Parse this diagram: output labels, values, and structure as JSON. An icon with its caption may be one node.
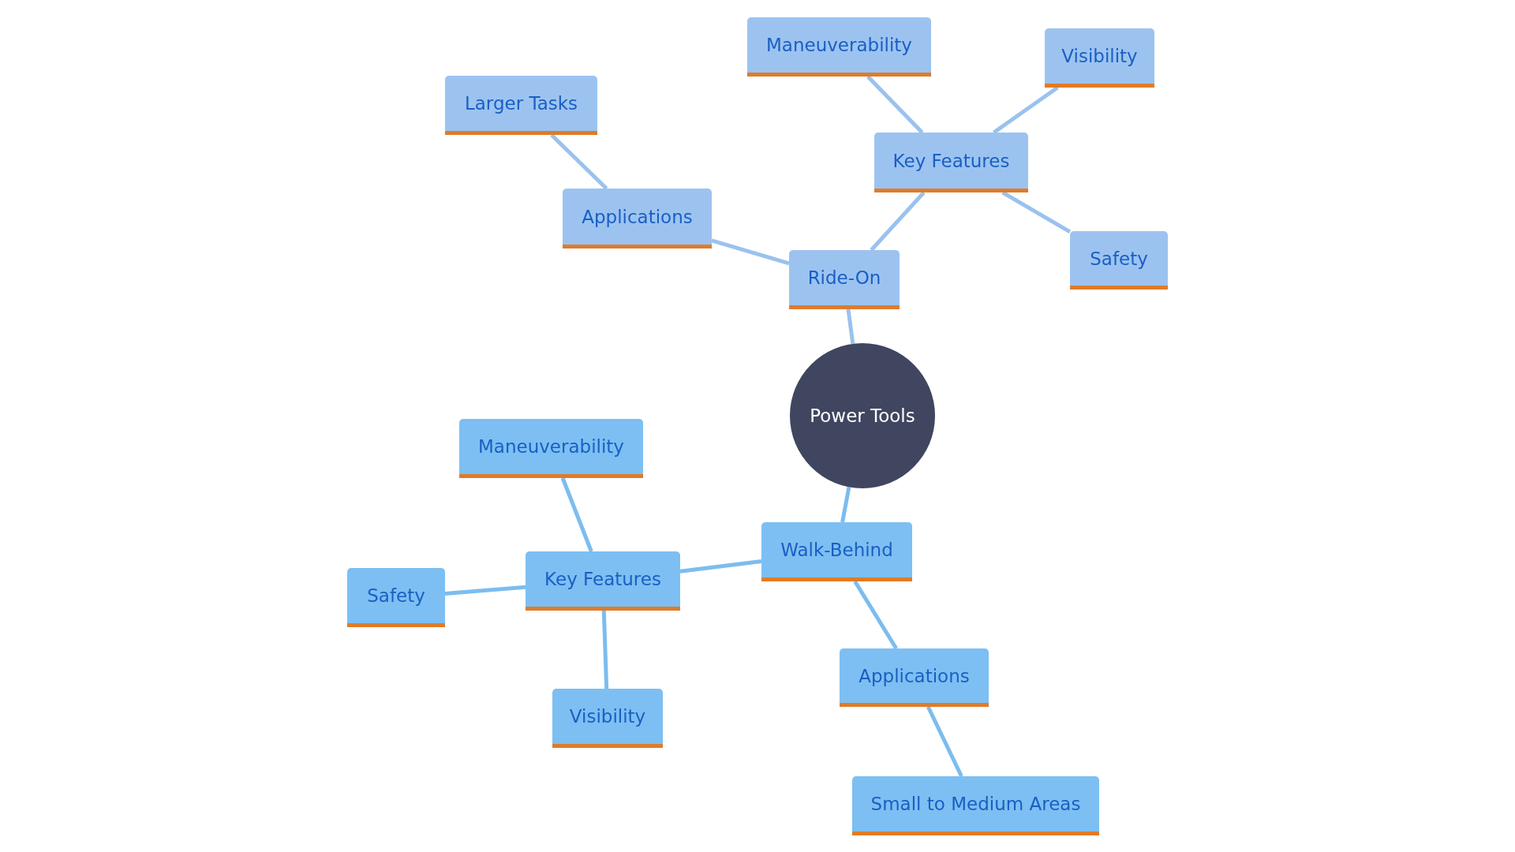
{
  "diagram": {
    "nodes": [
      {
        "text": [
          "Power Tools"
        ]
      },
      {
        "text": [
          "Ride-On"
        ]
      },
      {
        "text": [
          "Applications"
        ]
      },
      {
        "text": [
          "Larger Tasks"
        ]
      },
      {
        "text": [
          "Key Features"
        ]
      },
      {
        "text": [
          "Maneuverability"
        ]
      },
      {
        "text": [
          "Visibility"
        ]
      },
      {
        "text": [
          "Safety"
        ]
      },
      {
        "text": [
          "Walk-Behind"
        ]
      },
      {
        "text": [
          "Key Features"
        ]
      },
      {
        "text": [
          "Maneuverability"
        ]
      },
      {
        "text": [
          "Safety"
        ]
      },
      {
        "text": [
          "Visibility"
        ]
      },
      {
        "text": [
          "Applications"
        ]
      },
      {
        "text": [
          "Small to Medium Areas"
        ]
      }
    ],
    "edges": [
      {
        "from": 0,
        "to": 1,
        "arrow": "none",
        "color": "#9ac2ee"
      },
      {
        "from": 1,
        "to": 2,
        "arrow": "none",
        "color": "#9ac2ee"
      },
      {
        "from": 2,
        "to": 3,
        "arrow": "none",
        "color": "#9ac2ee"
      },
      {
        "from": 1,
        "to": 4,
        "arrow": "none",
        "color": "#9ac2ee"
      },
      {
        "from": 4,
        "to": 5,
        "arrow": "none",
        "color": "#9ac2ee"
      },
      {
        "from": 4,
        "to": 6,
        "arrow": "none",
        "color": "#9ac2ee"
      },
      {
        "from": 4,
        "to": 7,
        "arrow": "none",
        "color": "#9ac2ee"
      },
      {
        "from": 0,
        "to": 8,
        "arrow": "none"
      },
      {
        "from": 8,
        "to": 9,
        "arrow": "none"
      },
      {
        "from": 9,
        "to": 10,
        "arrow": "none"
      },
      {
        "from": 9,
        "to": 11,
        "arrow": "none"
      },
      {
        "from": 9,
        "to": 12,
        "arrow": "none"
      },
      {
        "from": 8,
        "to": 13,
        "arrow": "none"
      },
      {
        "from": 13,
        "to": 14,
        "arrow": "none"
      }
    ]
  }
}
